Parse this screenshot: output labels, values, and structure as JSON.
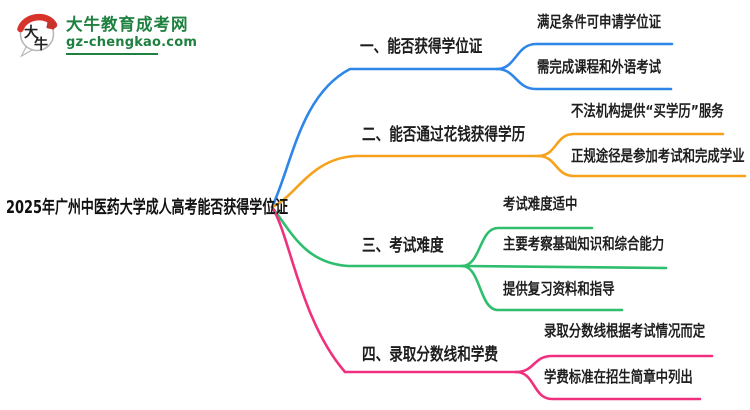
{
  "site": {
    "logo_text": "大牛教育成考网",
    "logo_domain": "gz-chengkao.com",
    "logo_icon": "danniu-bull-badge-icon"
  },
  "colors": {
    "logo_green": "#1E8140",
    "logo_red": "#D7332A",
    "text": "#1d1d1d",
    "branch_blue": "#2E86E8",
    "branch_orange": "#F6A21D",
    "branch_green": "#2EBE6E",
    "branch_pink": "#F0307E"
  },
  "mindmap": {
    "root": "2025年广州中医药大学成人高考能否获得学位证",
    "branches": [
      {
        "label": "一、能否获得学位证",
        "color": "#2E86E8",
        "children": [
          "满足条件可申请学位证",
          "需完成课程和外语考试"
        ]
      },
      {
        "label": "二、能否通过花钱获得学历",
        "color": "#F6A21D",
        "children": [
          "不法机构提供“买学历”服务",
          "正规途径是参加考试和完成学业"
        ]
      },
      {
        "label": "三、考试难度",
        "color": "#2EBE6E",
        "children": [
          "考试难度适中",
          "主要考察基础知识和综合能力",
          "提供复习资料和指导"
        ]
      },
      {
        "label": "四、录取分数线和学费",
        "color": "#F0307E",
        "children": [
          "录取分数线根据考试情况而定",
          "学费标准在招生简章中列出"
        ]
      }
    ]
  }
}
